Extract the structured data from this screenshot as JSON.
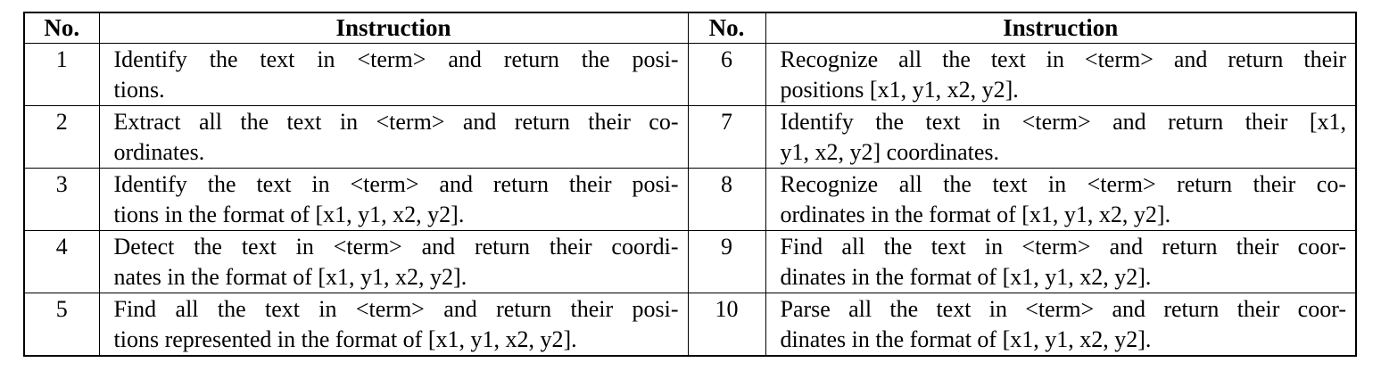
{
  "table": {
    "header": {
      "no_left": "No.",
      "instruction_left": "Instruction",
      "no_right": "No.",
      "instruction_right": "Instruction"
    },
    "rows": [
      {
        "left_no": "1",
        "left_lines": [
          "Identify the text in <term> and return the posi-",
          "tions."
        ],
        "right_no": "6",
        "right_lines": [
          "Recognize all the text in <term> and return their",
          "positions [x1, y1, x2, y2]."
        ]
      },
      {
        "left_no": "2",
        "left_lines": [
          "Extract all the text in <term> and return their co-",
          "ordinates."
        ],
        "right_no": "7",
        "right_lines": [
          "Identify the text in <term> and return their [x1,",
          "y1, x2, y2] coordinates."
        ]
      },
      {
        "left_no": "3",
        "left_lines": [
          "Identify the text in <term> and return their posi-",
          "tions in the format of [x1, y1, x2, y2]."
        ],
        "right_no": "8",
        "right_lines": [
          "Recognize all the text in <term> return their co-",
          "ordinates in the format of [x1, y1, x2, y2]."
        ]
      },
      {
        "left_no": "4",
        "left_lines": [
          "Detect the text in <term> and return their coordi-",
          "nates in the format of [x1, y1, x2, y2]."
        ],
        "right_no": "9",
        "right_lines": [
          "Find all the text in <term> and return their coor-",
          "dinates in the format of [x1, y1, x2, y2]."
        ]
      },
      {
        "left_no": "5",
        "left_lines": [
          "Find all the text in <term> and return their posi-",
          "tions represented in the format of [x1, y1, x2, y2]."
        ],
        "right_no": "10",
        "right_lines": [
          "Parse all the text in <term> and return their coor-",
          "dinates in the format of [x1, y1, x2, y2]."
        ]
      }
    ]
  }
}
